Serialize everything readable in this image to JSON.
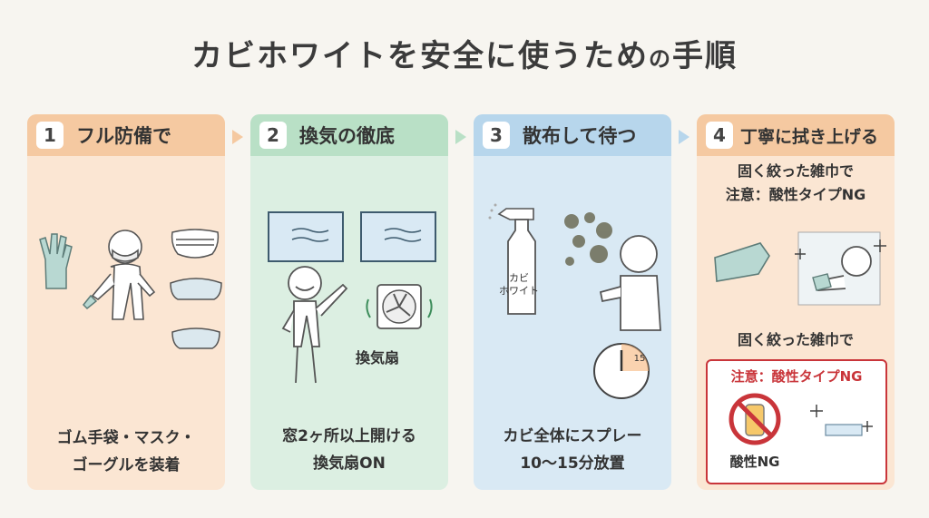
{
  "title": {
    "main": "カビホワイトを安全に使うため",
    "no": "の",
    "end": "手順"
  },
  "steps": [
    {
      "num": "1",
      "label": "フル防備で",
      "caption1": "ゴム手袋・マスク・",
      "caption2": "ゴーグルを装着"
    },
    {
      "num": "2",
      "label": "換気の徹底",
      "fan_label": "換気扇",
      "caption1": "窓2ヶ所以上開ける",
      "caption2": "換気扇ON"
    },
    {
      "num": "3",
      "label": "散布して待つ",
      "bottle_label1": "カビ",
      "bottle_label2": "ホワイト",
      "timer_label": "15",
      "caption1": "カビ全体にスプレー",
      "caption2": "10〜15分放置"
    },
    {
      "num": "4",
      "label": "丁寧に拭き上げる",
      "note1": "固く絞った雑巾で",
      "note2": "注意：酸性タイプNG",
      "note3": "固く絞った雑巾で",
      "warn_title": "注意：酸性タイプNG",
      "acid_label": "酸性NG"
    }
  ],
  "colors": {
    "orange_header": "#f5c9a1",
    "green_header": "#b9e0c6",
    "blue_header": "#b7d6ec",
    "warning": "#c9353a"
  }
}
